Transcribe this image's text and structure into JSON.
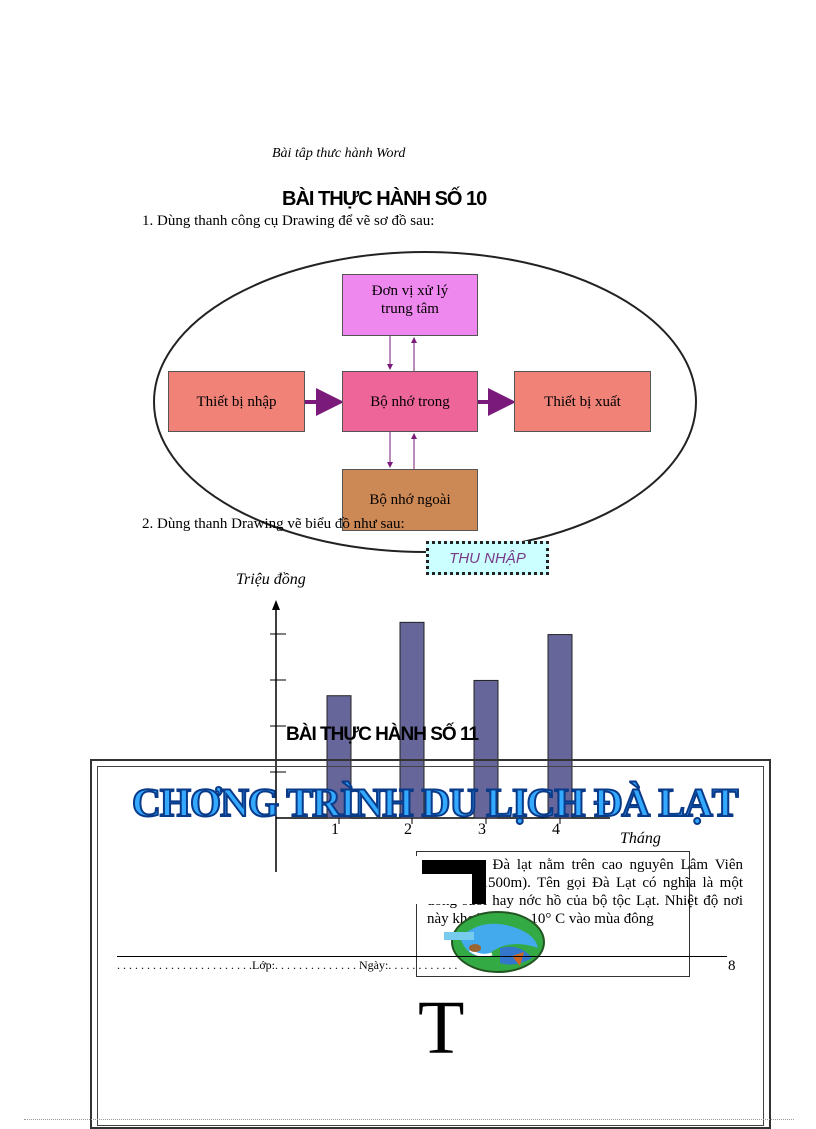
{
  "header": {
    "running_title": "Bài tâp thưc hành Word"
  },
  "exercise10": {
    "title": "BÀI THỰC HÀNH SỐ 10",
    "item1": "1.  Dùng thanh công cụ Drawing để vẽ sơ đồ sau:",
    "item2": "2.  Dùng thanh Drawing vẽ biểu đồ như sau:"
  },
  "diagram": {
    "cpu_line1": "Đơn vị xử lý",
    "cpu_line2": "trung tâm",
    "memory": "Bộ nhớ trong",
    "input": "Thiết bị nhập",
    "output": "Thiết bị xuất",
    "external": "Bộ nhớ ngoài",
    "colors": {
      "cpu": "#ee88ee",
      "memory": "#ee6699",
      "io": "#f08278",
      "external": "#cc8855",
      "arrow": "#7a1a7a"
    }
  },
  "chart_data": {
    "type": "bar",
    "title": "THU NHẬP",
    "ylabel": "Triệu đồng",
    "xlabel": "Tháng",
    "categories": [
      "1",
      "2",
      "3",
      "4"
    ],
    "values": [
      4.0,
      6.4,
      4.5,
      6.0
    ],
    "ylim": [
      0,
      7
    ],
    "bar_color": "#66669a",
    "grid": false
  },
  "exercise11": {
    "title": "BÀI THỰC HÀNH SỐ 11",
    "wordart": "CHƠNG TRÌNH DU LỊCH ĐÀ LẠT",
    "dropcap": "T",
    "body": "hành phố Đà lạt nằm trên cao nguyên Lâm Viên (cao độ 1500m). Tên gọi Đà Lạt có nghĩa là một dòng suối hay nớc hồ của bộ tộc Lạt. Nhiệt độ nơi này khoảng 18 – 10° C vào mùa đông"
  },
  "footer": {
    "text": ". . . . . . . . . . . . . . . . . . . . . . .Lớp:. . . . . . .    . . . . . . . Ngày:. . . . . . . . . . . .",
    "page_number": "8"
  },
  "big_letter": "T"
}
